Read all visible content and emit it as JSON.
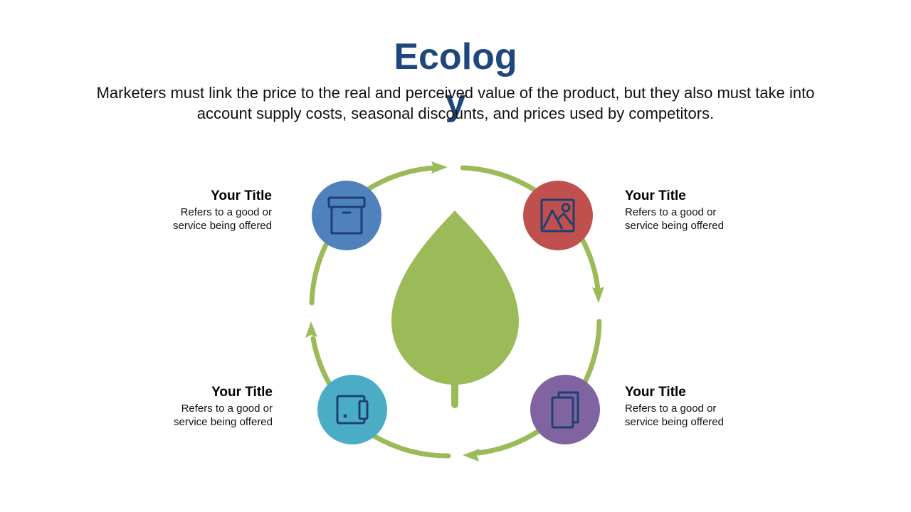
{
  "slide": {
    "title": "Ecology",
    "subtitle": "Marketers must link the price to the real and perceived value of the product, but they also must take into account supply costs, seasonal discounts, and prices used by competitors."
  },
  "colors": {
    "title": "#1f477d",
    "ring": "#9bbb59",
    "leaf": "#9bbb59",
    "icon_stroke": "#1f3f73",
    "node_top_left": "#4f81bd",
    "node_top_right": "#c0504d",
    "node_bottom_left": "#4bacc6",
    "node_bottom_right": "#8064a2"
  },
  "items": [
    {
      "title": "Your Title",
      "description": "Refers to a good or service being offered",
      "icon": "archive-box-icon"
    },
    {
      "title": "Your Title",
      "description": "Refers to a good or service being offered",
      "icon": "image-icon"
    },
    {
      "title": "Your Title",
      "description": "Refers to a good or service being offered",
      "icon": "wallet-icon"
    },
    {
      "title": "Your Title",
      "description": "Refers to a good or service being offered",
      "icon": "documents-icon"
    }
  ]
}
